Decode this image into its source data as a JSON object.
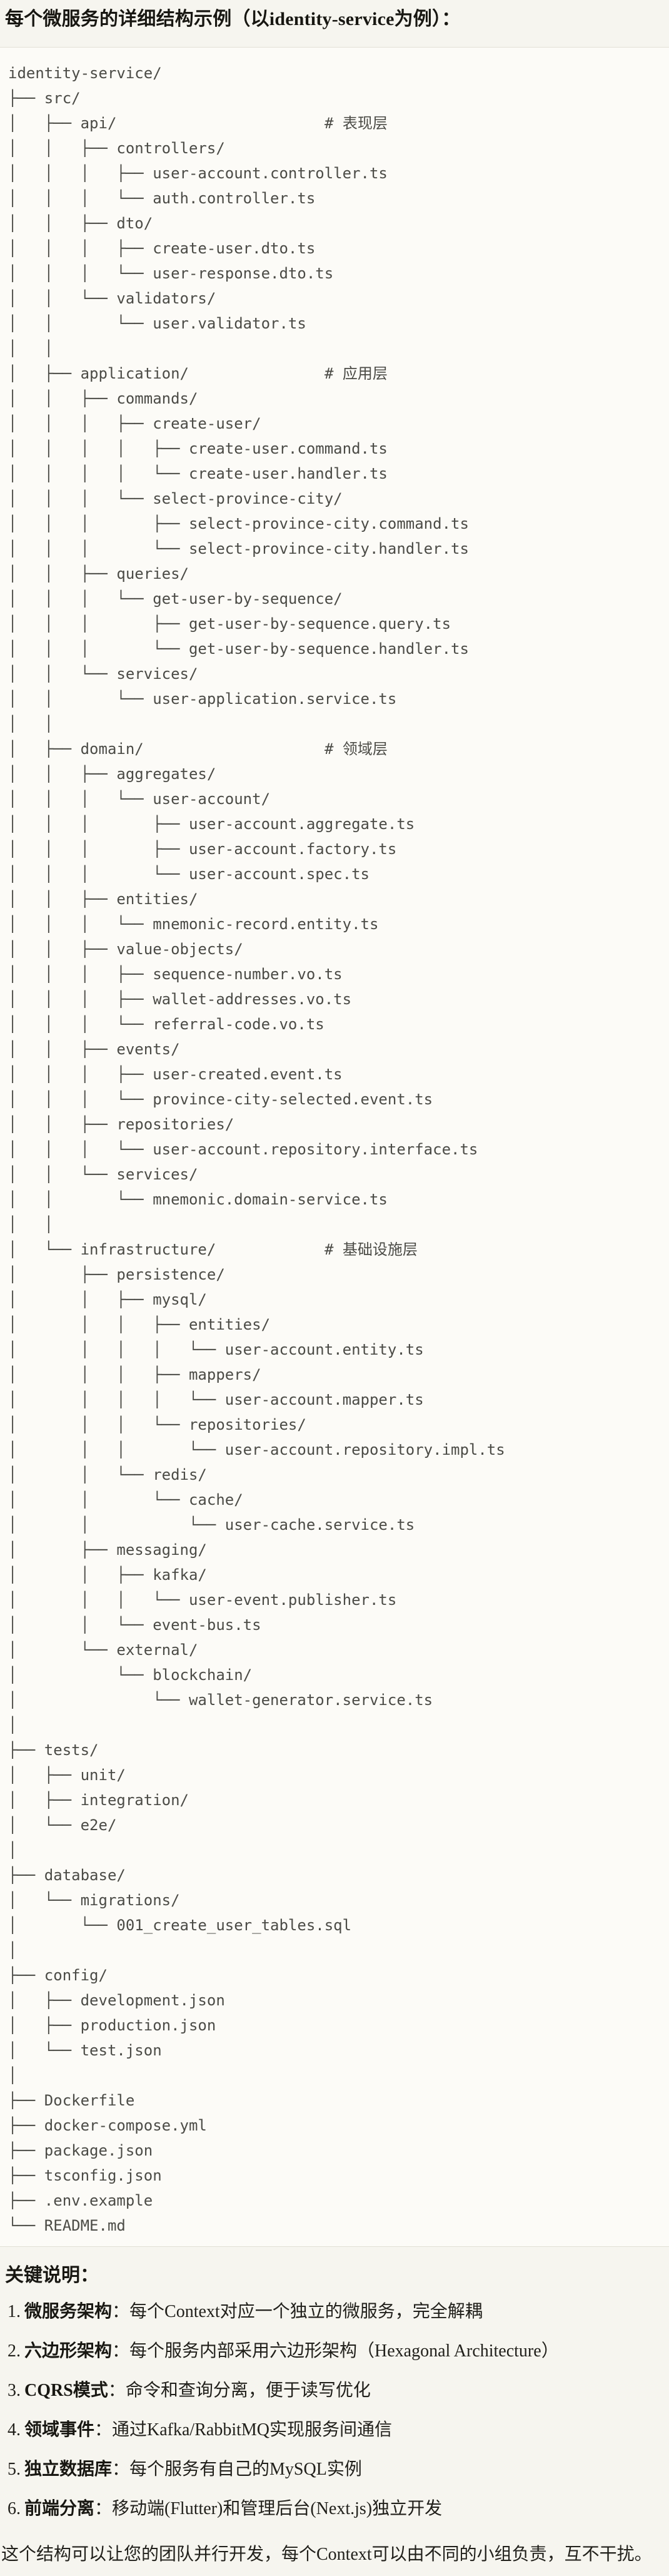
{
  "title": "每个微服务的详细结构示例（以identity-service为例）：",
  "palette": {
    "page_bg": "#F6F5EF",
    "code_bg": "#FCFBF7",
    "code_border": "#E2E0D6",
    "code_text": "#4B4B46",
    "heading_text": "#181712"
  },
  "tree": {
    "lines": [
      {
        "text": "identity-service/"
      },
      {
        "text": "├── src/"
      },
      {
        "text": "│   ├── api/",
        "comment": "# 表现层"
      },
      {
        "text": "│   │   ├── controllers/"
      },
      {
        "text": "│   │   │   ├── user-account.controller.ts"
      },
      {
        "text": "│   │   │   └── auth.controller.ts"
      },
      {
        "text": "│   │   ├── dto/"
      },
      {
        "text": "│   │   │   ├── create-user.dto.ts"
      },
      {
        "text": "│   │   │   └── user-response.dto.ts"
      },
      {
        "text": "│   │   └── validators/"
      },
      {
        "text": "│   │       └── user.validator.ts"
      },
      {
        "text": "│   │"
      },
      {
        "text": "│   ├── application/",
        "comment": "# 应用层"
      },
      {
        "text": "│   │   ├── commands/"
      },
      {
        "text": "│   │   │   ├── create-user/"
      },
      {
        "text": "│   │   │   │   ├── create-user.command.ts"
      },
      {
        "text": "│   │   │   │   └── create-user.handler.ts"
      },
      {
        "text": "│   │   │   └── select-province-city/"
      },
      {
        "text": "│   │   │       ├── select-province-city.command.ts"
      },
      {
        "text": "│   │   │       └── select-province-city.handler.ts"
      },
      {
        "text": "│   │   ├── queries/"
      },
      {
        "text": "│   │   │   └── get-user-by-sequence/"
      },
      {
        "text": "│   │   │       ├── get-user-by-sequence.query.ts"
      },
      {
        "text": "│   │   │       └── get-user-by-sequence.handler.ts"
      },
      {
        "text": "│   │   └── services/"
      },
      {
        "text": "│   │       └── user-application.service.ts"
      },
      {
        "text": "│   │"
      },
      {
        "text": "│   ├── domain/",
        "comment": "# 领域层"
      },
      {
        "text": "│   │   ├── aggregates/"
      },
      {
        "text": "│   │   │   └── user-account/"
      },
      {
        "text": "│   │   │       ├── user-account.aggregate.ts"
      },
      {
        "text": "│   │   │       ├── user-account.factory.ts"
      },
      {
        "text": "│   │   │       └── user-account.spec.ts"
      },
      {
        "text": "│   │   ├── entities/"
      },
      {
        "text": "│   │   │   └── mnemonic-record.entity.ts"
      },
      {
        "text": "│   │   ├── value-objects/"
      },
      {
        "text": "│   │   │   ├── sequence-number.vo.ts"
      },
      {
        "text": "│   │   │   ├── wallet-addresses.vo.ts"
      },
      {
        "text": "│   │   │   └── referral-code.vo.ts"
      },
      {
        "text": "│   │   ├── events/"
      },
      {
        "text": "│   │   │   ├── user-created.event.ts"
      },
      {
        "text": "│   │   │   └── province-city-selected.event.ts"
      },
      {
        "text": "│   │   ├── repositories/"
      },
      {
        "text": "│   │   │   └── user-account.repository.interface.ts"
      },
      {
        "text": "│   │   └── services/"
      },
      {
        "text": "│   │       └── mnemonic.domain-service.ts"
      },
      {
        "text": "│   │"
      },
      {
        "text": "│   └── infrastructure/",
        "comment": "# 基础设施层"
      },
      {
        "text": "│       ├── persistence/"
      },
      {
        "text": "│       │   ├── mysql/"
      },
      {
        "text": "│       │   │   ├── entities/"
      },
      {
        "text": "│       │   │   │   └── user-account.entity.ts"
      },
      {
        "text": "│       │   │   ├── mappers/"
      },
      {
        "text": "│       │   │   │   └── user-account.mapper.ts"
      },
      {
        "text": "│       │   │   └── repositories/"
      },
      {
        "text": "│       │   │       └── user-account.repository.impl.ts"
      },
      {
        "text": "│       │   └── redis/"
      },
      {
        "text": "│       │       └── cache/"
      },
      {
        "text": "│       │           └── user-cache.service.ts"
      },
      {
        "text": "│       ├── messaging/"
      },
      {
        "text": "│       │   ├── kafka/"
      },
      {
        "text": "│       │   │   └── user-event.publisher.ts"
      },
      {
        "text": "│       │   └── event-bus.ts"
      },
      {
        "text": "│       └── external/"
      },
      {
        "text": "│           └── blockchain/"
      },
      {
        "text": "│               └── wallet-generator.service.ts"
      },
      {
        "text": "│"
      },
      {
        "text": "├── tests/"
      },
      {
        "text": "│   ├── unit/"
      },
      {
        "text": "│   ├── integration/"
      },
      {
        "text": "│   └── e2e/"
      },
      {
        "text": "│"
      },
      {
        "text": "├── database/"
      },
      {
        "text": "│   └── migrations/"
      },
      {
        "text": "│       └── 001_create_user_tables.sql"
      },
      {
        "text": "│"
      },
      {
        "text": "├── config/"
      },
      {
        "text": "│   ├── development.json"
      },
      {
        "text": "│   ├── production.json"
      },
      {
        "text": "│   └── test.json"
      },
      {
        "text": "│"
      },
      {
        "text": "├── Dockerfile"
      },
      {
        "text": "├── docker-compose.yml"
      },
      {
        "text": "├── package.json"
      },
      {
        "text": "├── tsconfig.json"
      },
      {
        "text": "├── .env.example"
      },
      {
        "text": "└── README.md"
      }
    ]
  },
  "notes": {
    "heading": "关键说明：",
    "items": [
      {
        "num": "1.",
        "term": "微服务架构",
        "colon": "：",
        "desc": "每个Context对应一个独立的微服务，完全解耦"
      },
      {
        "num": "2.",
        "term": "六边形架构",
        "colon": "：",
        "desc": "每个服务内部采用六边形架构（Hexagonal Architecture）"
      },
      {
        "num": "3.",
        "term": "CQRS模式",
        "colon": "：",
        "desc": "命令和查询分离，便于读写优化"
      },
      {
        "num": "4.",
        "term": "领域事件",
        "colon": "：",
        "desc": "通过Kafka/RabbitMQ实现服务间通信"
      },
      {
        "num": "5.",
        "term": "独立数据库",
        "colon": "：",
        "desc": "每个服务有自己的MySQL实例"
      },
      {
        "num": "6.",
        "term": "前端分离",
        "colon": "：",
        "desc": "移动端(Flutter)和管理后台(Next.js)独立开发"
      }
    ],
    "closing": "这个结构可以让您的团队并行开发，每个Context可以由不同的小组负责，互不干扰。"
  }
}
